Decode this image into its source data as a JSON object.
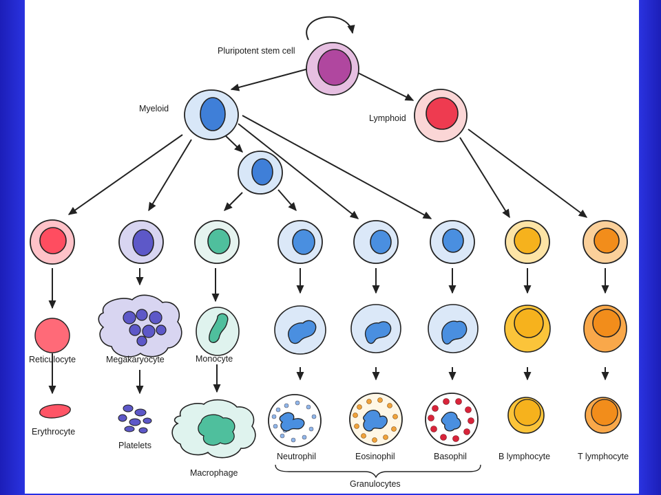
{
  "labels": {
    "stem": "Pluripotent stem cell",
    "myeloid": "Myeloid",
    "lymphoid": "Lymphoid",
    "reticulocyte": "Reticulocyte",
    "erythrocyte": "Erythrocyte",
    "megakaryocyte": "Megakaryocyte",
    "platelets": "Platelets",
    "monocyte": "Monocyte",
    "macrophage": "Macrophage",
    "neutrophil": "Neutrophil",
    "eosinophil": "Eosinophil",
    "basophil": "Basophil",
    "b_lymphocyte": "B lymphocyte",
    "t_lymphocyte": "T lymphocyte",
    "granulocytes": "Granulocytes"
  },
  "colors": {
    "background": "#1b22d9",
    "panel": "#ffffff",
    "stem_cell": "#e6bfe1",
    "stem_nucleus": "#b0479f",
    "myeloid_cell": "#d8e7f8",
    "myeloid_nucleus": "#3f7fd8",
    "lymphoid_cell": "#fbd6d6",
    "lymphoid_nucleus": "#ee3b50",
    "red_cell": "#ff6a78",
    "megakaryocyte_cell": "#d8d5f1",
    "megakaryocyte_nucleus": "#5d58c8",
    "monocyte_cell": "#dff3ee",
    "monocyte_nucleus": "#4fbf9d",
    "granulocyte_nucleus": "#4a8fe0",
    "eosinophil_granules": "#f0a23a",
    "basophil_granules": "#d8243a",
    "b_lymphocyte": "#f6b21d",
    "t_lymphocyte": "#f28d1b"
  }
}
